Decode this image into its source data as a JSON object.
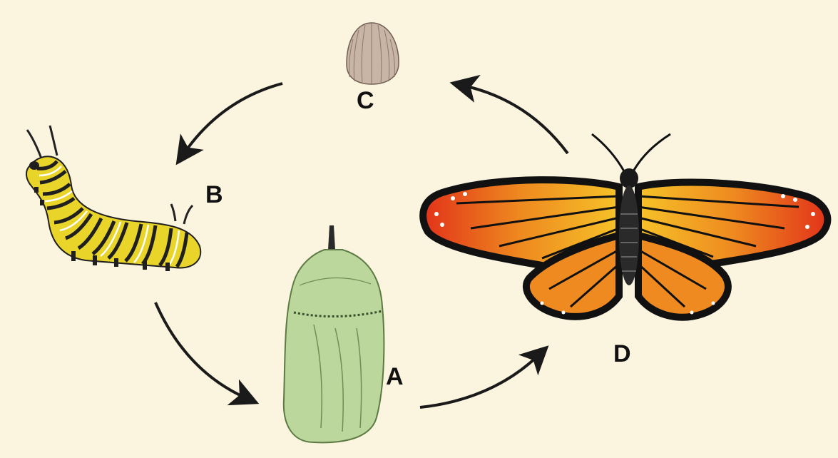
{
  "labels": {
    "egg": "C",
    "caterpillar": "B",
    "chrysalis": "A",
    "butterfly": "D"
  },
  "colors": {
    "background": "#fbf4df",
    "arrow": "#1a1a1a",
    "egg": "#c8b5a6",
    "chrysalis": "#bcd79c",
    "caterpillar_yellow": "#e9d42a",
    "butterfly_orange": "#ee8a1f",
    "butterfly_red": "#e2331a",
    "butterfly_yellow": "#f6c228"
  }
}
